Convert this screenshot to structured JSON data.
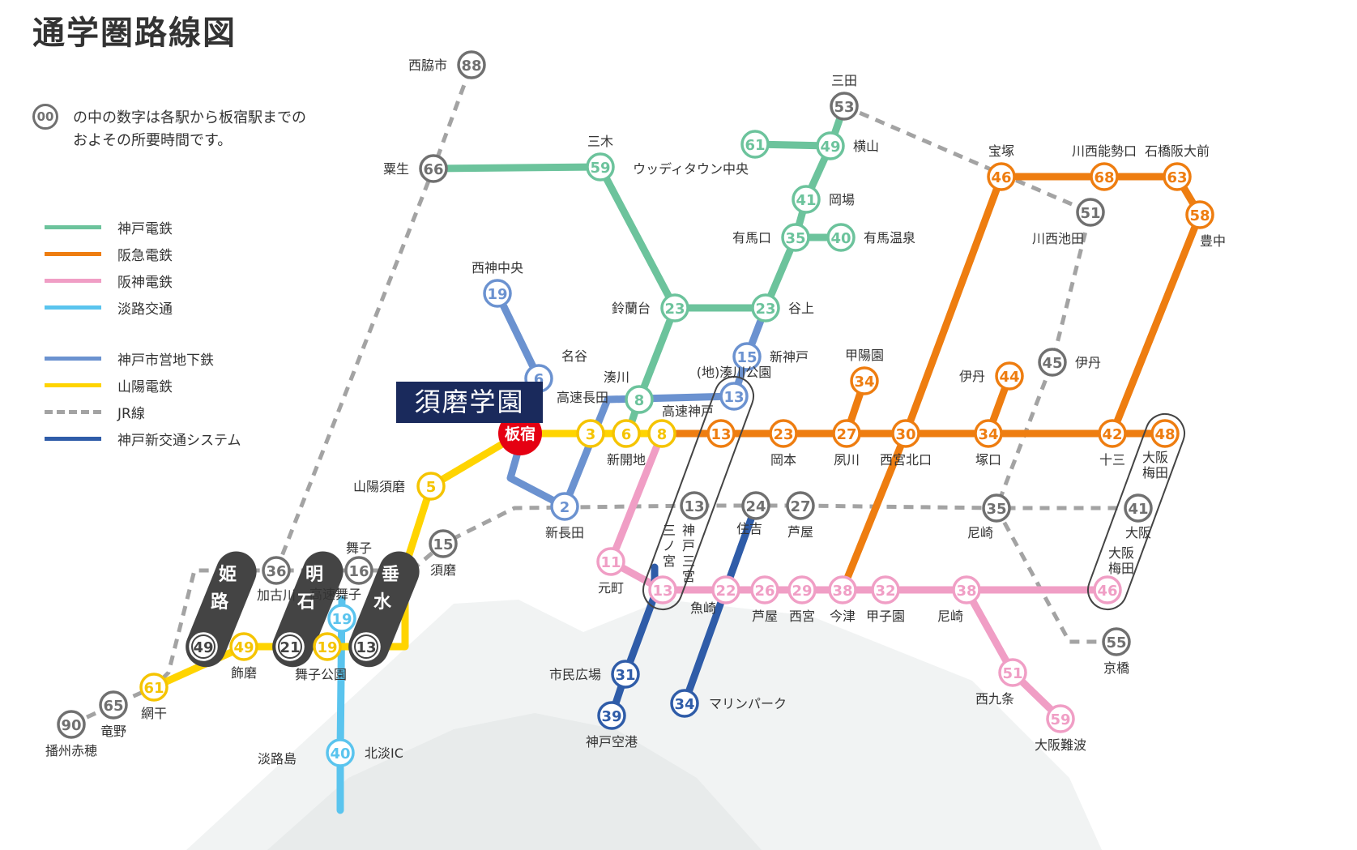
{
  "title": "通学圏路線図",
  "note": {
    "badge": "00",
    "line1": "の中の数字は各駅から板宿駅までの",
    "line2": "およその所要時間です。"
  },
  "legend": [
    {
      "label": "神戸電鉄",
      "color": "#6cc39c",
      "style": "solid"
    },
    {
      "label": "阪急電鉄",
      "color": "#ee7d10",
      "style": "solid"
    },
    {
      "label": "阪神電鉄",
      "color": "#f09ec5",
      "style": "solid"
    },
    {
      "label": "淡路交通",
      "color": "#5ac4ee",
      "style": "solid"
    },
    {
      "label": "神戸市営地下鉄",
      "color": "#6b92d0",
      "style": "solid"
    },
    {
      "label": "山陽電鉄",
      "color": "#ffd400",
      "style": "solid"
    },
    {
      "label": "JR線",
      "color": "#a3a3a3",
      "style": "dashed"
    },
    {
      "label": "神戸新交通システム",
      "color": "#2f5ca8",
      "style": "solid"
    }
  ],
  "school_label": "須磨学園",
  "hub_label": "板宿",
  "colors": {
    "kobe_dentetsu": "#6cc39c",
    "hankyu": "#ee7d10",
    "hanshin": "#f09ec5",
    "awaji": "#5ac4ee",
    "subway": "#6b92d0",
    "sanyo": "#ffd400",
    "jr": "#a3a3a3",
    "newtransit": "#2f5ca8",
    "hub": "#e50012",
    "school": "#1a2a5c",
    "dark_block": "#444444"
  },
  "stations": [
    {
      "id": "nishiwaki",
      "line": "jr",
      "num": "88",
      "name": "西脇市"
    },
    {
      "id": "awao",
      "line": "jr",
      "num": "66",
      "name": "粟生"
    },
    {
      "id": "sanda",
      "line": "jr",
      "num": "53",
      "name": "三田"
    },
    {
      "id": "miki",
      "line": "kobe_dentetsu",
      "num": "59",
      "name": "三木"
    },
    {
      "id": "woody",
      "line": "kobe_dentetsu",
      "num": "61",
      "name": "ウッディタウン中央"
    },
    {
      "id": "yokoyama",
      "line": "kobe_dentetsu",
      "num": "49",
      "name": "横山"
    },
    {
      "id": "okaba",
      "line": "kobe_dentetsu",
      "num": "41",
      "name": "岡場"
    },
    {
      "id": "arimaguchi",
      "line": "kobe_dentetsu",
      "num": "35",
      "name": "有馬口"
    },
    {
      "id": "arimaonsen",
      "line": "kobe_dentetsu",
      "num": "40",
      "name": "有馬温泉"
    },
    {
      "id": "suzurandai",
      "line": "kobe_dentetsu",
      "num": "23",
      "name": "鈴蘭台"
    },
    {
      "id": "tanigami",
      "line": "kobe_dentetsu",
      "num": "23",
      "name": "谷上"
    },
    {
      "id": "minatogawa",
      "line": "kobe_dentetsu",
      "num": "8",
      "name": "湊川"
    },
    {
      "id": "nishishinchuo",
      "line": "subway",
      "num": "19",
      "name": "西神中央"
    },
    {
      "id": "myodani",
      "line": "subway",
      "num": "6",
      "name": "名谷"
    },
    {
      "id": "shinkobe",
      "line": "subway",
      "num": "15",
      "name": "新神戸"
    },
    {
      "id": "minatogawakoen",
      "line": "subway",
      "num": "13",
      "name": "(地)湊川公園"
    },
    {
      "id": "shinnagata",
      "line": "subway",
      "num": "2",
      "name": "新長田"
    },
    {
      "id": "kosoku_nagata",
      "line": "sanyo",
      "num": "3",
      "name": "高速長田"
    },
    {
      "id": "shinkaichi",
      "line": "sanyo",
      "num": "6",
      "name": "新開地"
    },
    {
      "id": "kosoku_kobe",
      "line": "sanyo",
      "num": "8",
      "name": "高速神戸"
    },
    {
      "id": "sanyo_suma",
      "line": "sanyo",
      "num": "5",
      "name": "山陽須磨"
    },
    {
      "id": "suma",
      "line": "jr",
      "num": "15",
      "name": "須磨"
    },
    {
      "id": "maiko",
      "line": "jr",
      "num": "16",
      "name": "舞子"
    },
    {
      "id": "kakogawa",
      "line": "jr",
      "num": "36",
      "name": "加古川"
    },
    {
      "id": "himeji_blk",
      "line": "dark",
      "num": "49",
      "name": "姫路"
    },
    {
      "id": "akashi_blk",
      "line": "dark",
      "num": "21",
      "name": "明石"
    },
    {
      "id": "tarumi_blk",
      "line": "dark",
      "num": "13",
      "name": "垂水"
    },
    {
      "id": "shikama",
      "line": "sanyo",
      "num": "49",
      "name": "飾磨"
    },
    {
      "id": "maikokoen",
      "line": "sanyo",
      "num": "19",
      "name": "舞子公園"
    },
    {
      "id": "aboshi",
      "line": "sanyo",
      "num": "61",
      "name": "網干"
    },
    {
      "id": "tatsuno",
      "line": "jr",
      "num": "65",
      "name": "竜野"
    },
    {
      "id": "banshu_ako",
      "line": "jr",
      "num": "90",
      "name": "播州赤穂"
    },
    {
      "id": "kosokumaiko",
      "line": "awaji",
      "num": "19",
      "name": "高速舞子"
    },
    {
      "id": "hokudan",
      "line": "awaji",
      "num": "40",
      "name": "北淡IC"
    },
    {
      "id": "hk_kobesannomiya",
      "line": "hankyu",
      "num": "13",
      "name": ""
    },
    {
      "id": "okamoto",
      "line": "hankyu",
      "num": "23",
      "name": "岡本"
    },
    {
      "id": "shukugawa",
      "line": "hankyu",
      "num": "27",
      "name": "夙川"
    },
    {
      "id": "koyoen",
      "line": "hankyu",
      "num": "34",
      "name": "甲陽園"
    },
    {
      "id": "nishinomiyakitaguchi",
      "line": "hankyu",
      "num": "30",
      "name": "西宮北口"
    },
    {
      "id": "tsukaguchi",
      "line": "hankyu",
      "num": "34",
      "name": "塚口"
    },
    {
      "id": "itami_hk",
      "line": "hankyu",
      "num": "44",
      "name": "伊丹"
    },
    {
      "id": "juso",
      "line": "hankyu",
      "num": "42",
      "name": "十三"
    },
    {
      "id": "osakaumeda_hk",
      "line": "hankyu",
      "num": "48",
      "name": "大阪梅田"
    },
    {
      "id": "takarazuka",
      "line": "hankyu",
      "num": "46",
      "name": "宝塚"
    },
    {
      "id": "kawanishinoseguchi",
      "line": "hankyu",
      "num": "68",
      "name": "川西能勢口"
    },
    {
      "id": "ishibashi",
      "line": "hankyu",
      "num": "63",
      "name": "石橋阪大前"
    },
    {
      "id": "toyonaka",
      "line": "hankyu",
      "num": "58",
      "name": "豊中"
    },
    {
      "id": "kawanishiikeda",
      "line": "jr",
      "num": "51",
      "name": "川西池田"
    },
    {
      "id": "itami_jr",
      "line": "jr",
      "num": "45",
      "name": "伊丹"
    },
    {
      "id": "sannomiya_jr",
      "line": "jr",
      "num": "13",
      "name": "三ノ宮"
    },
    {
      "id": "sumiyoshi",
      "line": "jr",
      "num": "24",
      "name": "住吉"
    },
    {
      "id": "ashiya_jr",
      "line": "jr",
      "num": "27",
      "name": "芦屋"
    },
    {
      "id": "amagasaki_jr",
      "line": "jr",
      "num": "35",
      "name": "尼崎"
    },
    {
      "id": "osaka_jr",
      "line": "jr",
      "num": "41",
      "name": "大阪"
    },
    {
      "id": "kyobashi",
      "line": "jr",
      "num": "55",
      "name": "京橋"
    },
    {
      "id": "motomachi",
      "line": "hanshin",
      "num": "11",
      "name": "元町"
    },
    {
      "id": "hs_kobesannomiya",
      "line": "hanshin",
      "num": "13",
      "name": "神戸三宮"
    },
    {
      "id": "uozaki",
      "line": "hanshin",
      "num": "22",
      "name": "魚崎"
    },
    {
      "id": "ashiya_hs",
      "line": "hanshin",
      "num": "26",
      "name": "芦屋"
    },
    {
      "id": "nishinomiya",
      "line": "hanshin",
      "num": "29",
      "name": "西宮"
    },
    {
      "id": "imazu",
      "line": "hanshin",
      "num": "38",
      "name": "今津"
    },
    {
      "id": "koshien",
      "line": "hanshin",
      "num": "32",
      "name": "甲子園"
    },
    {
      "id": "amagasaki_hs",
      "line": "hanshin",
      "num": "38",
      "name": "尼崎"
    },
    {
      "id": "osakaumeda_hs",
      "line": "hanshin",
      "num": "46",
      "name": "大阪梅田"
    },
    {
      "id": "nishikujo",
      "line": "hanshin",
      "num": "51",
      "name": "西九条"
    },
    {
      "id": "osakanamba",
      "line": "hanshin",
      "num": "59",
      "name": "大阪難波"
    },
    {
      "id": "shimin_hiroba",
      "line": "newtransit",
      "num": "31",
      "name": "市民広場"
    },
    {
      "id": "kobe_airport",
      "line": "newtransit",
      "num": "39",
      "name": "神戸空港"
    },
    {
      "id": "marine_park",
      "line": "newtransit",
      "num": "34",
      "name": "マリンパーク"
    }
  ],
  "extra_labels": {
    "awajishima": "淡路島"
  }
}
